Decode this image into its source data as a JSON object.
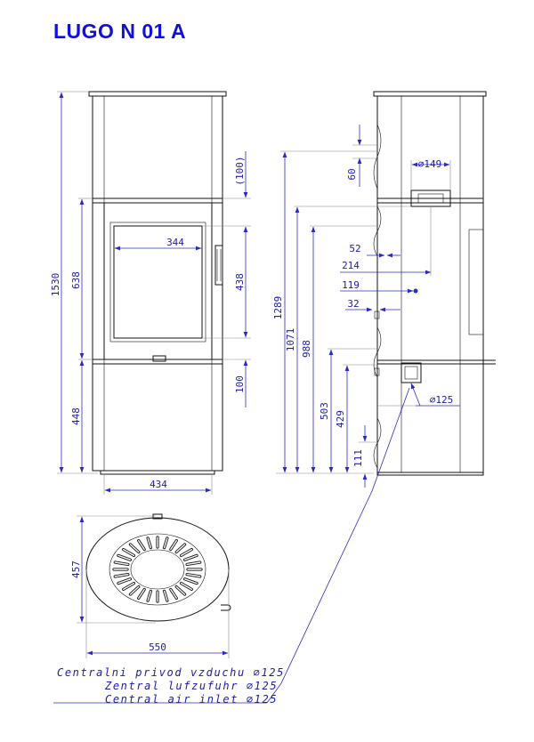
{
  "title": "LUGO N 01 A",
  "dimensions": {
    "front": {
      "total_height": "1530",
      "door_height": "638",
      "bottom_height": "448",
      "top_offset": "(100)",
      "glass_height": "438",
      "glass_width": "344",
      "lower_offset": "100",
      "width": "434"
    },
    "side": {
      "pipe_offset": "60",
      "flue_diameter": "⌀149",
      "flue_height": "1289",
      "top_outlet_height": "1071",
      "d52": "52",
      "d214": "214",
      "d119": "119",
      "d32": "32",
      "outlet_height": "988",
      "inlet_height": "503",
      "lower_inlet_height": "429",
      "bottom_inlet_height": "111",
      "inlet_diameter": "⌀125"
    },
    "top": {
      "depth": "457",
      "width": "550"
    }
  },
  "legend": [
    "Centralni privod vzduchu ⌀125",
    "Zentral lufzufuhr ⌀125",
    "Central air inlet ⌀125"
  ]
}
